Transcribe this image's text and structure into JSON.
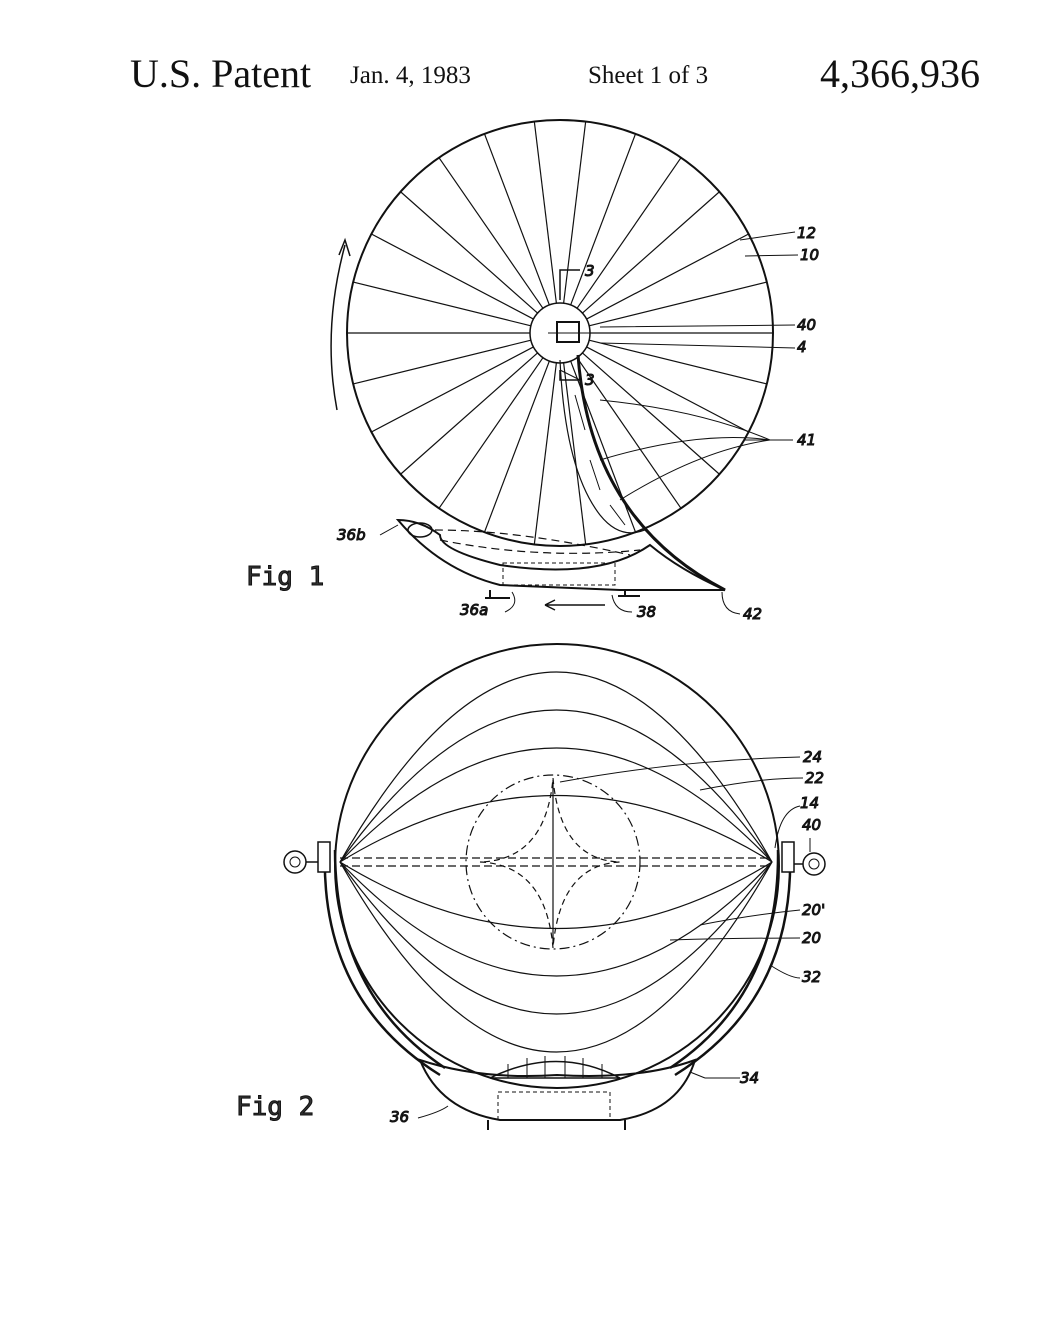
{
  "header": {
    "title": "U.S. Patent",
    "date": "Jan. 4, 1983",
    "sheet": "Sheet 1 of 3",
    "patent_number": "4,366,936"
  },
  "fig1": {
    "caption": "Fig 1",
    "labels": {
      "l12": "12",
      "l10": "10",
      "l40": "40",
      "l4": "4",
      "l41": "41",
      "l3a": "3",
      "l3b": "3",
      "l36b": "36b",
      "l36a": "36a",
      "l38": "38",
      "l42": "42"
    }
  },
  "fig2": {
    "caption": "Fig 2",
    "labels": {
      "l24": "24",
      "l22": "22",
      "l14": "14",
      "l40": "40",
      "l20p": "20'",
      "l20": "20",
      "l32": "32",
      "l34": "34",
      "l36": "36"
    }
  }
}
